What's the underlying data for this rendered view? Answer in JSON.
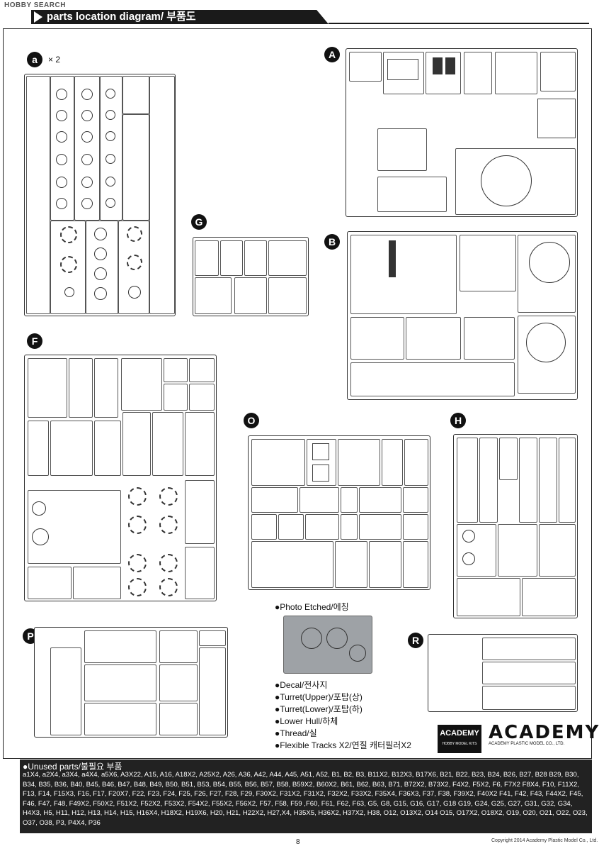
{
  "watermark": "HOBBY SEARCH",
  "header": {
    "title": "parts location diagram/ 부품도"
  },
  "sprues": [
    {
      "id": "a",
      "mult": "× 2"
    },
    {
      "id": "A"
    },
    {
      "id": "G"
    },
    {
      "id": "B"
    },
    {
      "id": "F"
    },
    {
      "id": "O"
    },
    {
      "id": "H"
    },
    {
      "id": "P"
    },
    {
      "id": "R"
    }
  ],
  "icons": [
    "arrow-icon",
    "wheel-icon",
    "sprocket-icon"
  ],
  "legend": [
    "●Photo Etched/에칭",
    "●Decal/전사지",
    "●Turret(Upper)/포탑(상)",
    "●Turret(Lower)/포탑(하)",
    "●Lower Hull/하체",
    "●Thread/실",
    "●Flexible Tracks X2/연질 캐터필러X2"
  ],
  "brand": {
    "box_title": "ACADEMY",
    "box_subtitle": "HOBBY MODEL KITS",
    "logo": "ACADEMY",
    "company": "ACADEMY PLASTIC MODEL CO., LTD."
  },
  "unused": {
    "title": "●Unused parts/불필요 부품",
    "text": "a1X4, a2X4, a3X4, a4X4, a5X6, A3X22, A15, A16, A18X2, A25X2, A26, A36, A42, A44, A45, A51, A52, B1, B2, B3, B11X2, B12X3, B17X6, B21, B22, B23, B24, B26, B27, B28 B29, B30, B34, B35, B36, B40, B45, B46, B47, B48, B49, B50, B51, B53, B54, B55, B56, B57, B58, B59X2, B60X2, B61, B62, B63, B71, B72X2, B73X2, F4X2, F5X2, F6, F7X2 F8X4, F10, F11X2, F13, F14, F15X3, F16, F17, F20X7, F22, F23, F24, F25, F26, F27, F28, F29, F30X2, F31X2, F31X2, F32X2, F33X2, F35X4, F36X3, F37, F38, F39X2, F40X2 F41, F42, F43, F44X2, F45, F46, F47, F48, F49X2, F50X2, F51X2, F52X2, F53X2, F54X2, F55X2, F56X2, F57, F58, F59 ,F60, F61, F62, F63, G5, G8, G15, G16, G17, G18 G19, G24, G25, G27, G31, G32, G34, H4X3, H5, H11, H12, H13, H14, H15, H16X4, H18X2, H19X6, H20, H21, H22X2, H27,X4, H35X5, H36X2, H37X2, H38, O12, O13X2, O14 O15, O17X2, O18X2, O19, O20, O21, O22, O23, O37, O38, P3, P4X4, P36"
  },
  "footer": {
    "page": "8",
    "copyright": "Copyright 2014 Academy Plastic Model Co., Ltd."
  }
}
